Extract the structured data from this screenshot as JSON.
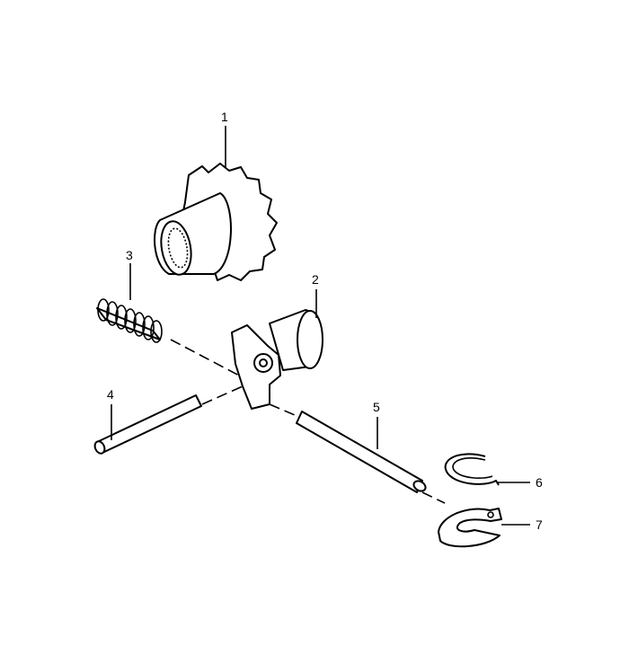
{
  "diagram": {
    "callouts": [
      {
        "id": "1",
        "part": "gear-sleeve"
      },
      {
        "id": "2",
        "part": "lever-shaft"
      },
      {
        "id": "3",
        "part": "spring"
      },
      {
        "id": "4",
        "part": "short-pin"
      },
      {
        "id": "5",
        "part": "long-pin"
      },
      {
        "id": "6",
        "part": "circlip"
      },
      {
        "id": "7",
        "part": "retaining-washer"
      }
    ]
  }
}
